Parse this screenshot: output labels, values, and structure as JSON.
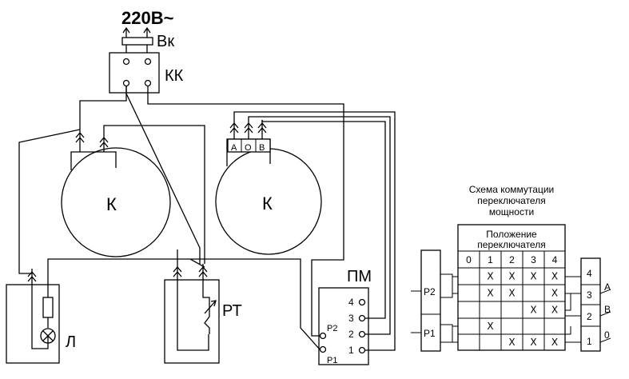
{
  "supply": {
    "voltage": "220В~"
  },
  "labels": {
    "switch": "Вк",
    "terminal_block": "КК",
    "heater_left": "К",
    "heater_right": "К",
    "heater_right_terminals": [
      "А",
      "О",
      "В"
    ],
    "lamp": "Л",
    "regulator": "РТ",
    "power_switch": "ПМ",
    "pm_terminals": [
      "4",
      "3",
      "2",
      "1"
    ],
    "pm_contacts": [
      "Р2",
      "Р1"
    ]
  },
  "table": {
    "title_lines": [
      "Схема коммутации",
      "переключателя",
      "мощности"
    ],
    "header_lines": [
      "Положение",
      "переключателя"
    ],
    "positions": [
      "0",
      "1",
      "2",
      "3",
      "4"
    ],
    "mark": "X",
    "rows": [
      [
        "",
        "X",
        "X",
        "X",
        "X"
      ],
      [
        "",
        "X",
        "X",
        "",
        "X"
      ],
      [
        "",
        "",
        "",
        "X",
        "X"
      ],
      [
        "",
        "X",
        "",
        "",
        ""
      ],
      [
        "",
        "",
        "X",
        "X",
        "X"
      ]
    ],
    "left_contacts": [
      "Р2",
      "Р1"
    ],
    "right_terminals": [
      "4",
      "3",
      "2",
      "1"
    ],
    "right_letters": [
      "А",
      "В",
      "0"
    ]
  }
}
